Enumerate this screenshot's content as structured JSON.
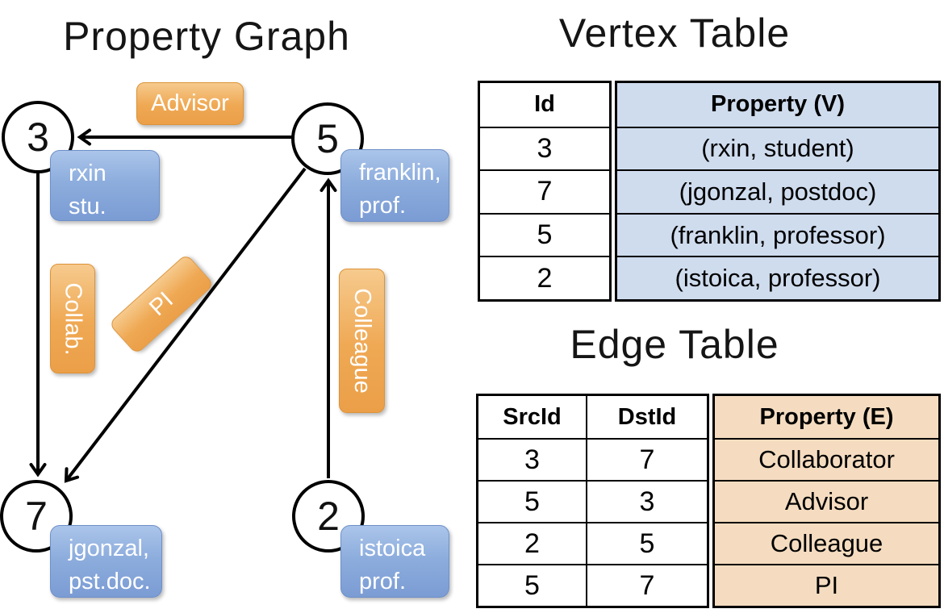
{
  "graph": {
    "title": "Property Graph",
    "nodes": [
      {
        "id": "3",
        "label_line1": "rxin",
        "label_line2": "stu."
      },
      {
        "id": "5",
        "label_line1": "franklin,",
        "label_line2": "prof."
      },
      {
        "id": "7",
        "label_line1": "jgonzal,",
        "label_line2": "pst.doc."
      },
      {
        "id": "2",
        "label_line1": "istoica",
        "label_line2": "prof."
      }
    ],
    "edge_labels": {
      "advisor": "Advisor",
      "collab": "Collab.",
      "pi": "PI",
      "colleague": "Colleague"
    }
  },
  "vertex_table": {
    "title": "Vertex Table",
    "headers": {
      "id": "Id",
      "property": "Property (V)"
    },
    "rows": [
      {
        "id": "3",
        "property": "(rxin, student)"
      },
      {
        "id": "7",
        "property": "(jgonzal, postdoc)"
      },
      {
        "id": "5",
        "property": "(franklin, professor)"
      },
      {
        "id": "2",
        "property": "(istoica, professor)"
      }
    ]
  },
  "edge_table": {
    "title": "Edge Table",
    "headers": {
      "src": "SrcId",
      "dst": "DstId",
      "property": "Property (E)"
    },
    "rows": [
      {
        "src": "3",
        "dst": "7",
        "property": "Collaborator"
      },
      {
        "src": "5",
        "dst": "3",
        "property": "Advisor"
      },
      {
        "src": "2",
        "dst": "5",
        "property": "Colleague"
      },
      {
        "src": "5",
        "dst": "7",
        "property": "PI"
      }
    ]
  },
  "colors": {
    "edge_label_fill": "#efa853",
    "vertex_label_fill": "#8daddd",
    "vertex_table_property_bg": "#cfdcee",
    "edge_table_property_bg": "#f5dcc0",
    "line_color": "#000000"
  }
}
